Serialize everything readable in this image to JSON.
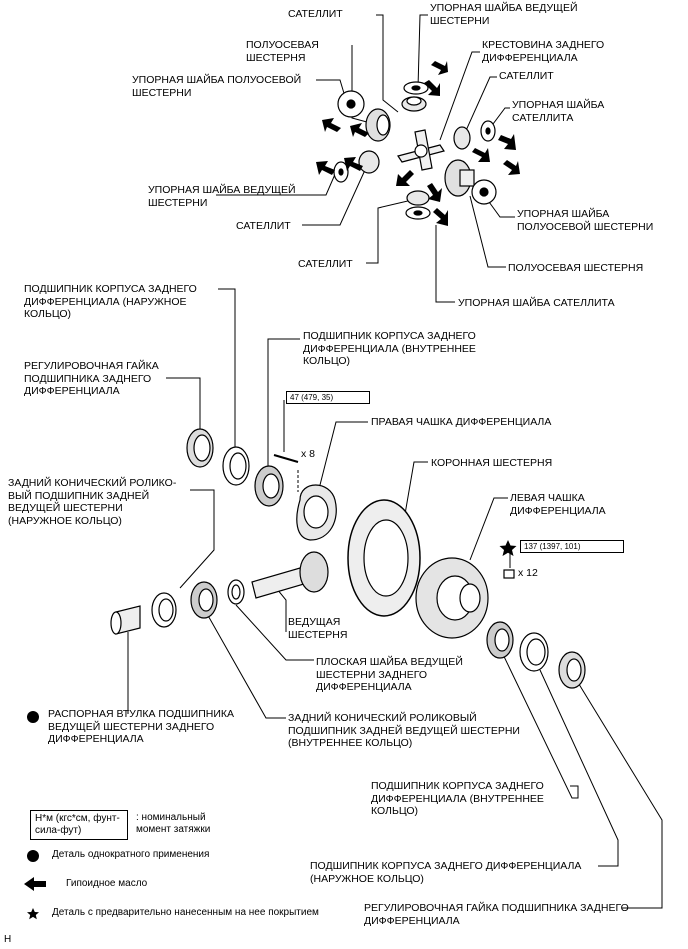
{
  "labels": {
    "satellite_top": "САТЕЛЛИТ",
    "drive_washer_top": "УПОРНАЯ ШАЙБА ВЕДУЩЕЙ\nШЕСТЕРНИ",
    "side_gear_top": "ПОЛУОСЕВАЯ\nШЕСТЕРНЯ",
    "cross_shaft": "КРЕСТОВИНА ЗАДНЕГО\nДИФФЕРЕНЦИАЛА",
    "side_washer_left": "УПОРНАЯ ШАЙБА ПОЛУОСЕВОЙ\nШЕСТЕРНИ",
    "satellite_right": "САТЕЛЛИТ",
    "satellite_washer_right": "УПОРНАЯ ШАЙБА\nСАТЕЛЛИТА",
    "drive_washer_left": "УПОРНАЯ ШАЙБА ВЕДУЩЕЙ\nШЕСТЕРНИ",
    "side_washer_right": "УПОРНАЯ ШАЙБА\nПОЛУОСЕВОЙ ШЕСТЕРНИ",
    "satellite_left": "САТЕЛЛИТ",
    "satellite_bottom": "САТЕЛЛИТ",
    "side_gear_right": "ПОЛУОСЕВАЯ ШЕСТЕРНЯ",
    "satellite_washer_bottom": "УПОРНАЯ ШАЙБА САТЕЛЛИТА",
    "case_bearing_outer_top": "ПОДШИПНИК КОРПУСА ЗАДНЕГО\nДИФФЕРЕНЦИАЛА (НАРУЖНОЕ\nКОЛЬЦО)",
    "case_bearing_inner_top": "ПОДШИПНИК КОРПУСА ЗАДНЕГО\nДИФФЕРЕНЦИАЛА (ВНУТРЕННЕЕ\nКОЛЬЦО)",
    "adjust_nut_left": "РЕГУЛИРОВОЧНАЯ ГАЙКА\nПОДШИПНИКА ЗАДНЕГО\nДИФФЕРЕНЦИАЛА",
    "right_case": "ПРАВАЯ ЧАШКА ДИФФЕРЕНЦИАЛА",
    "ring_gear": "КОРОННАЯ ШЕСТЕРНЯ",
    "rear_bearing_outer": "ЗАДНИЙ КОНИЧЕСКИЙ РОЛИКО-\nВЫЙ ПОДШИПНИК ЗАДНЕЙ\nВЕДУЩЕЙ ШЕСТЕРНИ\n(НАРУЖНОЕ КОЛЬЦО)",
    "left_case": "ЛЕВАЯ ЧАШКА\nДИФФЕРЕНЦИАЛА",
    "drive_pinion": "ВЕДУЩАЯ\nШЕСТЕРНЯ",
    "pinion_flat_washer": "ПЛОСКАЯ ШАЙБА ВЕДУЩЕЙ\nШЕСТЕРНИ ЗАДНЕГО\nДИФФЕРЕНЦИАЛА",
    "spacer": "РАСПОРНАЯ ВТУЛКА ПОДШИПНИКА\nВЕДУЩЕЙ ШЕСТЕРНИ ЗАДНЕГО\nДИФФЕРЕНЦИАЛА",
    "rear_bearing_inner": "ЗАДНИЙ КОНИЧЕСКИЙ РОЛИКОВЫЙ\nПОДШИПНИК ЗАДНЕЙ ВЕДУЩЕЙ ШЕСТЕРНИ\n(ВНУТРЕННЕЕ КОЛЬЦО)",
    "case_bearing_inner_bottom": "ПОДШИПНИК КОРПУСА ЗАДНЕГО\nДИФФЕРЕНЦИАЛА (ВНУТРЕННЕЕ\nКОЛЬЦО)",
    "case_bearing_outer_bottom": "ПОДШИПНИК КОРПУСА ЗАДНЕГО ДИФФЕРЕНЦИАЛА\n(НАРУЖНОЕ КОЛЬЦО)",
    "adjust_nut_bottom": "РЕГУЛИРОВОЧНАЯ ГАЙКА ПОДШИПНИКА ЗАДНЕГО\nДИФФЕРЕНЦИАЛА"
  },
  "torque": {
    "right_case_bolts": "47 (479, 35)",
    "left_case_bolts": "137 (1397, 101)"
  },
  "quantities": {
    "right_case_bolts": "x 8",
    "left_case_bolts": "x 12"
  },
  "legend": {
    "torque_units": "Н*м (кгс*см, фунт-\nсила-фут)",
    "torque_desc": ": номинальный\nмомент затяжки",
    "single_use": "Деталь однократного применения",
    "hypoid_oil": "Гипоидное масло",
    "precoated": "Деталь с предварительно нанесенным на нее покрытием"
  },
  "footer_code": "Н",
  "colors": {
    "ink": "#000000",
    "paper": "#ffffff",
    "part_shade": "#d8d8d8"
  },
  "icons": [
    "arrow-icon",
    "single-use-dot-icon",
    "precoated-star-icon"
  ]
}
